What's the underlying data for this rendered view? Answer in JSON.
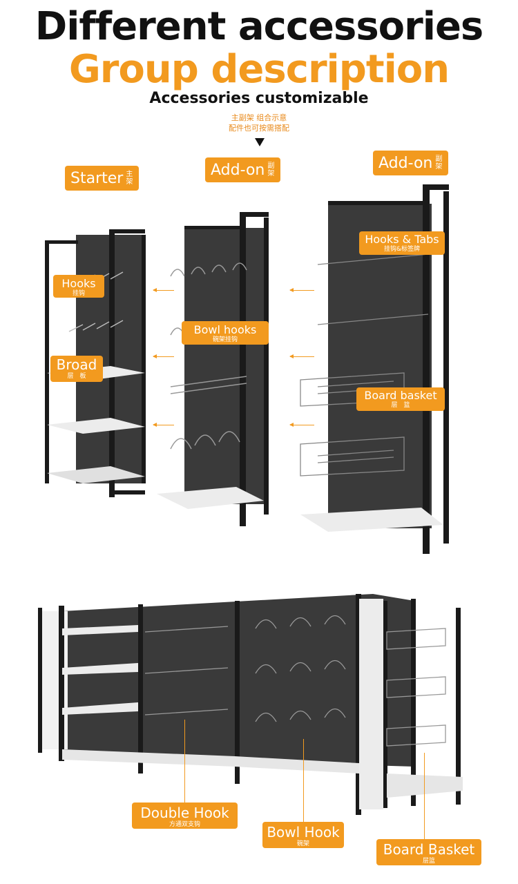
{
  "heading": {
    "line1": "Different accessories",
    "line2": "Group description",
    "line3": "Accessories customizable",
    "cn_note1": "主副架 组合示意",
    "cn_note2": "配件也可按需搭配"
  },
  "colors": {
    "accent": "#f29a1f",
    "frame": "#1a1a1a",
    "panel": "#3a3a3a",
    "shelf": "#ececec"
  },
  "shelves": {
    "starter": {
      "label": "Starter",
      "cn": "主架"
    },
    "addon1": {
      "label": "Add-on",
      "cn": "副架"
    },
    "addon2": {
      "label": "Add-on",
      "cn": "副架"
    }
  },
  "callouts": {
    "hooks": {
      "en": "Hooks",
      "cn": "挂钩"
    },
    "broad": {
      "en": "Broad",
      "cn": "层　板"
    },
    "bowl_hooks": {
      "en": "Bowl hooks",
      "cn": "碗架挂钩"
    },
    "hooks_tabs": {
      "en": "Hooks & Tabs",
      "cn": "挂钩&标签牌"
    },
    "board_basket": {
      "en": "Board basket",
      "cn": "层　篮"
    },
    "double_hook": {
      "en": "Double Hook",
      "cn": "方通双支钩"
    },
    "bowl_hook": {
      "en": "Bowl Hook",
      "cn": "碗架"
    },
    "board_basket2": {
      "en": "Board Basket",
      "cn": "层篮"
    }
  }
}
